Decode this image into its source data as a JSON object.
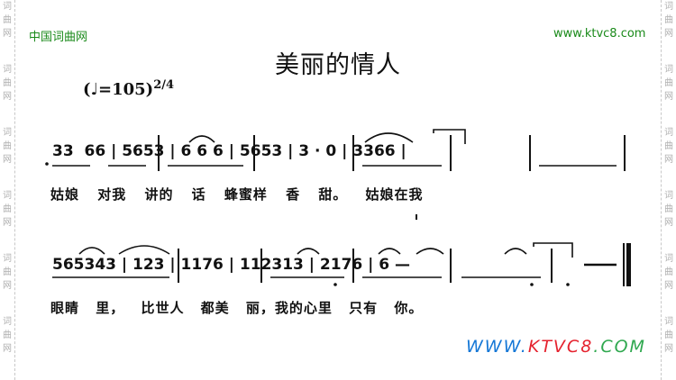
{
  "watermark": {
    "site_left": "中国词曲网",
    "site_right": "www.ktvc8.com",
    "side_chars": [
      "词",
      "曲",
      "网"
    ],
    "bottom_logo": {
      "part1": "WWW.",
      "part2": "KTVC8",
      "part3": ".COM"
    }
  },
  "song": {
    "title": "美丽的情人",
    "tempo_prefix": "(♩=105)",
    "time_signature": "2/4"
  },
  "score": {
    "line1_notes": "33  66 | 5653 | 6 6 6 | 5653 | 3 · 0 | 3366 |",
    "line1_lyrics": "姑娘 对我 讲的 话 蜂蜜样 香 甜。 姑娘在我",
    "line2_notes": "565343 | 123 | 1176 | 112313 | 2176 | 6 —",
    "line2_lyrics": "眼睛 里， 比世人 都美 丽，我的心里 只有 你。"
  },
  "colors": {
    "green": "#1a8a1a",
    "blue": "#1577d6",
    "red": "#e5222e",
    "light_green": "#2fa84f"
  }
}
